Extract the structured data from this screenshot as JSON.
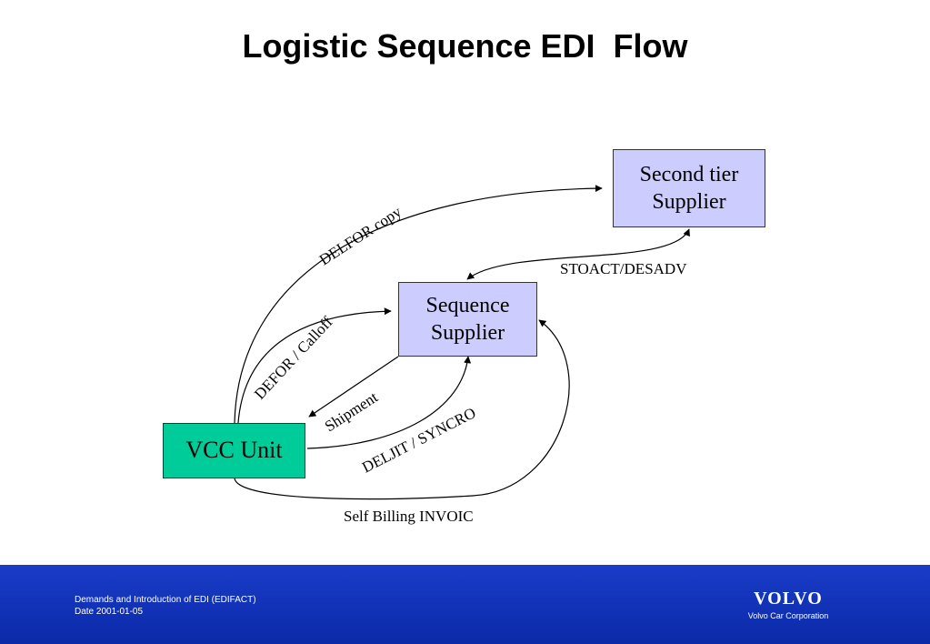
{
  "title": "Logistic Sequence EDI  Flow",
  "nodes": {
    "second_tier": {
      "line1": "Second tier",
      "line2": "Supplier"
    },
    "sequence": {
      "line1": "Sequence",
      "line2": "Supplier"
    },
    "vcc": {
      "label": "VCC Unit"
    }
  },
  "flows": {
    "delfor_copy": "DELFOR copy",
    "stoact_desadv": "STOACT/DESADV",
    "defor_calloff": "DEFOR / Calloff",
    "shipment": "Shipment",
    "deljit_syncro": "DELJIT / SYNCRO",
    "self_billing": "Self Billing INVOIC"
  },
  "colors": {
    "supplier_box": "#ccccff",
    "vcc_box": "#00cc99",
    "footer_band": "#0a2aa8"
  },
  "footer": {
    "line1": "Demands and Introduction of EDI (EDIFACT)",
    "line2": "Date 2001-01-05"
  },
  "logo": {
    "wordmark": "VOLVO",
    "corporation": "Volvo Car Corporation"
  }
}
